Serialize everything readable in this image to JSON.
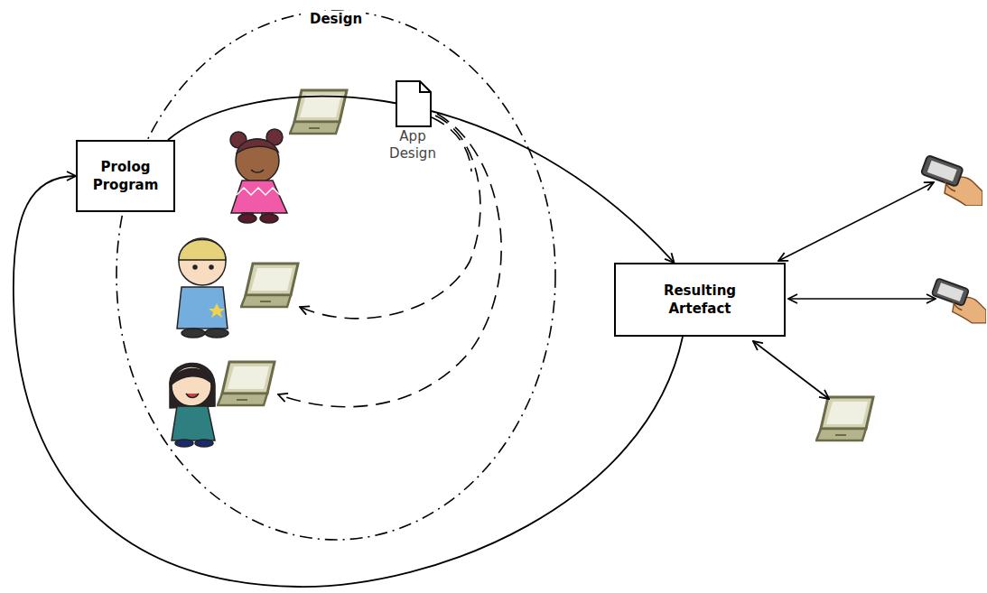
{
  "diagram": {
    "nodes": [
      {
        "text": [
          "Prolog Program"
        ]
      },
      {
        "text": [
          "App Design"
        ]
      },
      {
        "text": [
          "Resulting Artefact"
        ]
      }
    ],
    "edges": [
      {
        "from": 0,
        "to": 2,
        "arrow": "to"
      },
      {
        "from": 2,
        "to": 0,
        "arrow": "to"
      }
    ],
    "labels": [
      "Design"
    ]
  }
}
